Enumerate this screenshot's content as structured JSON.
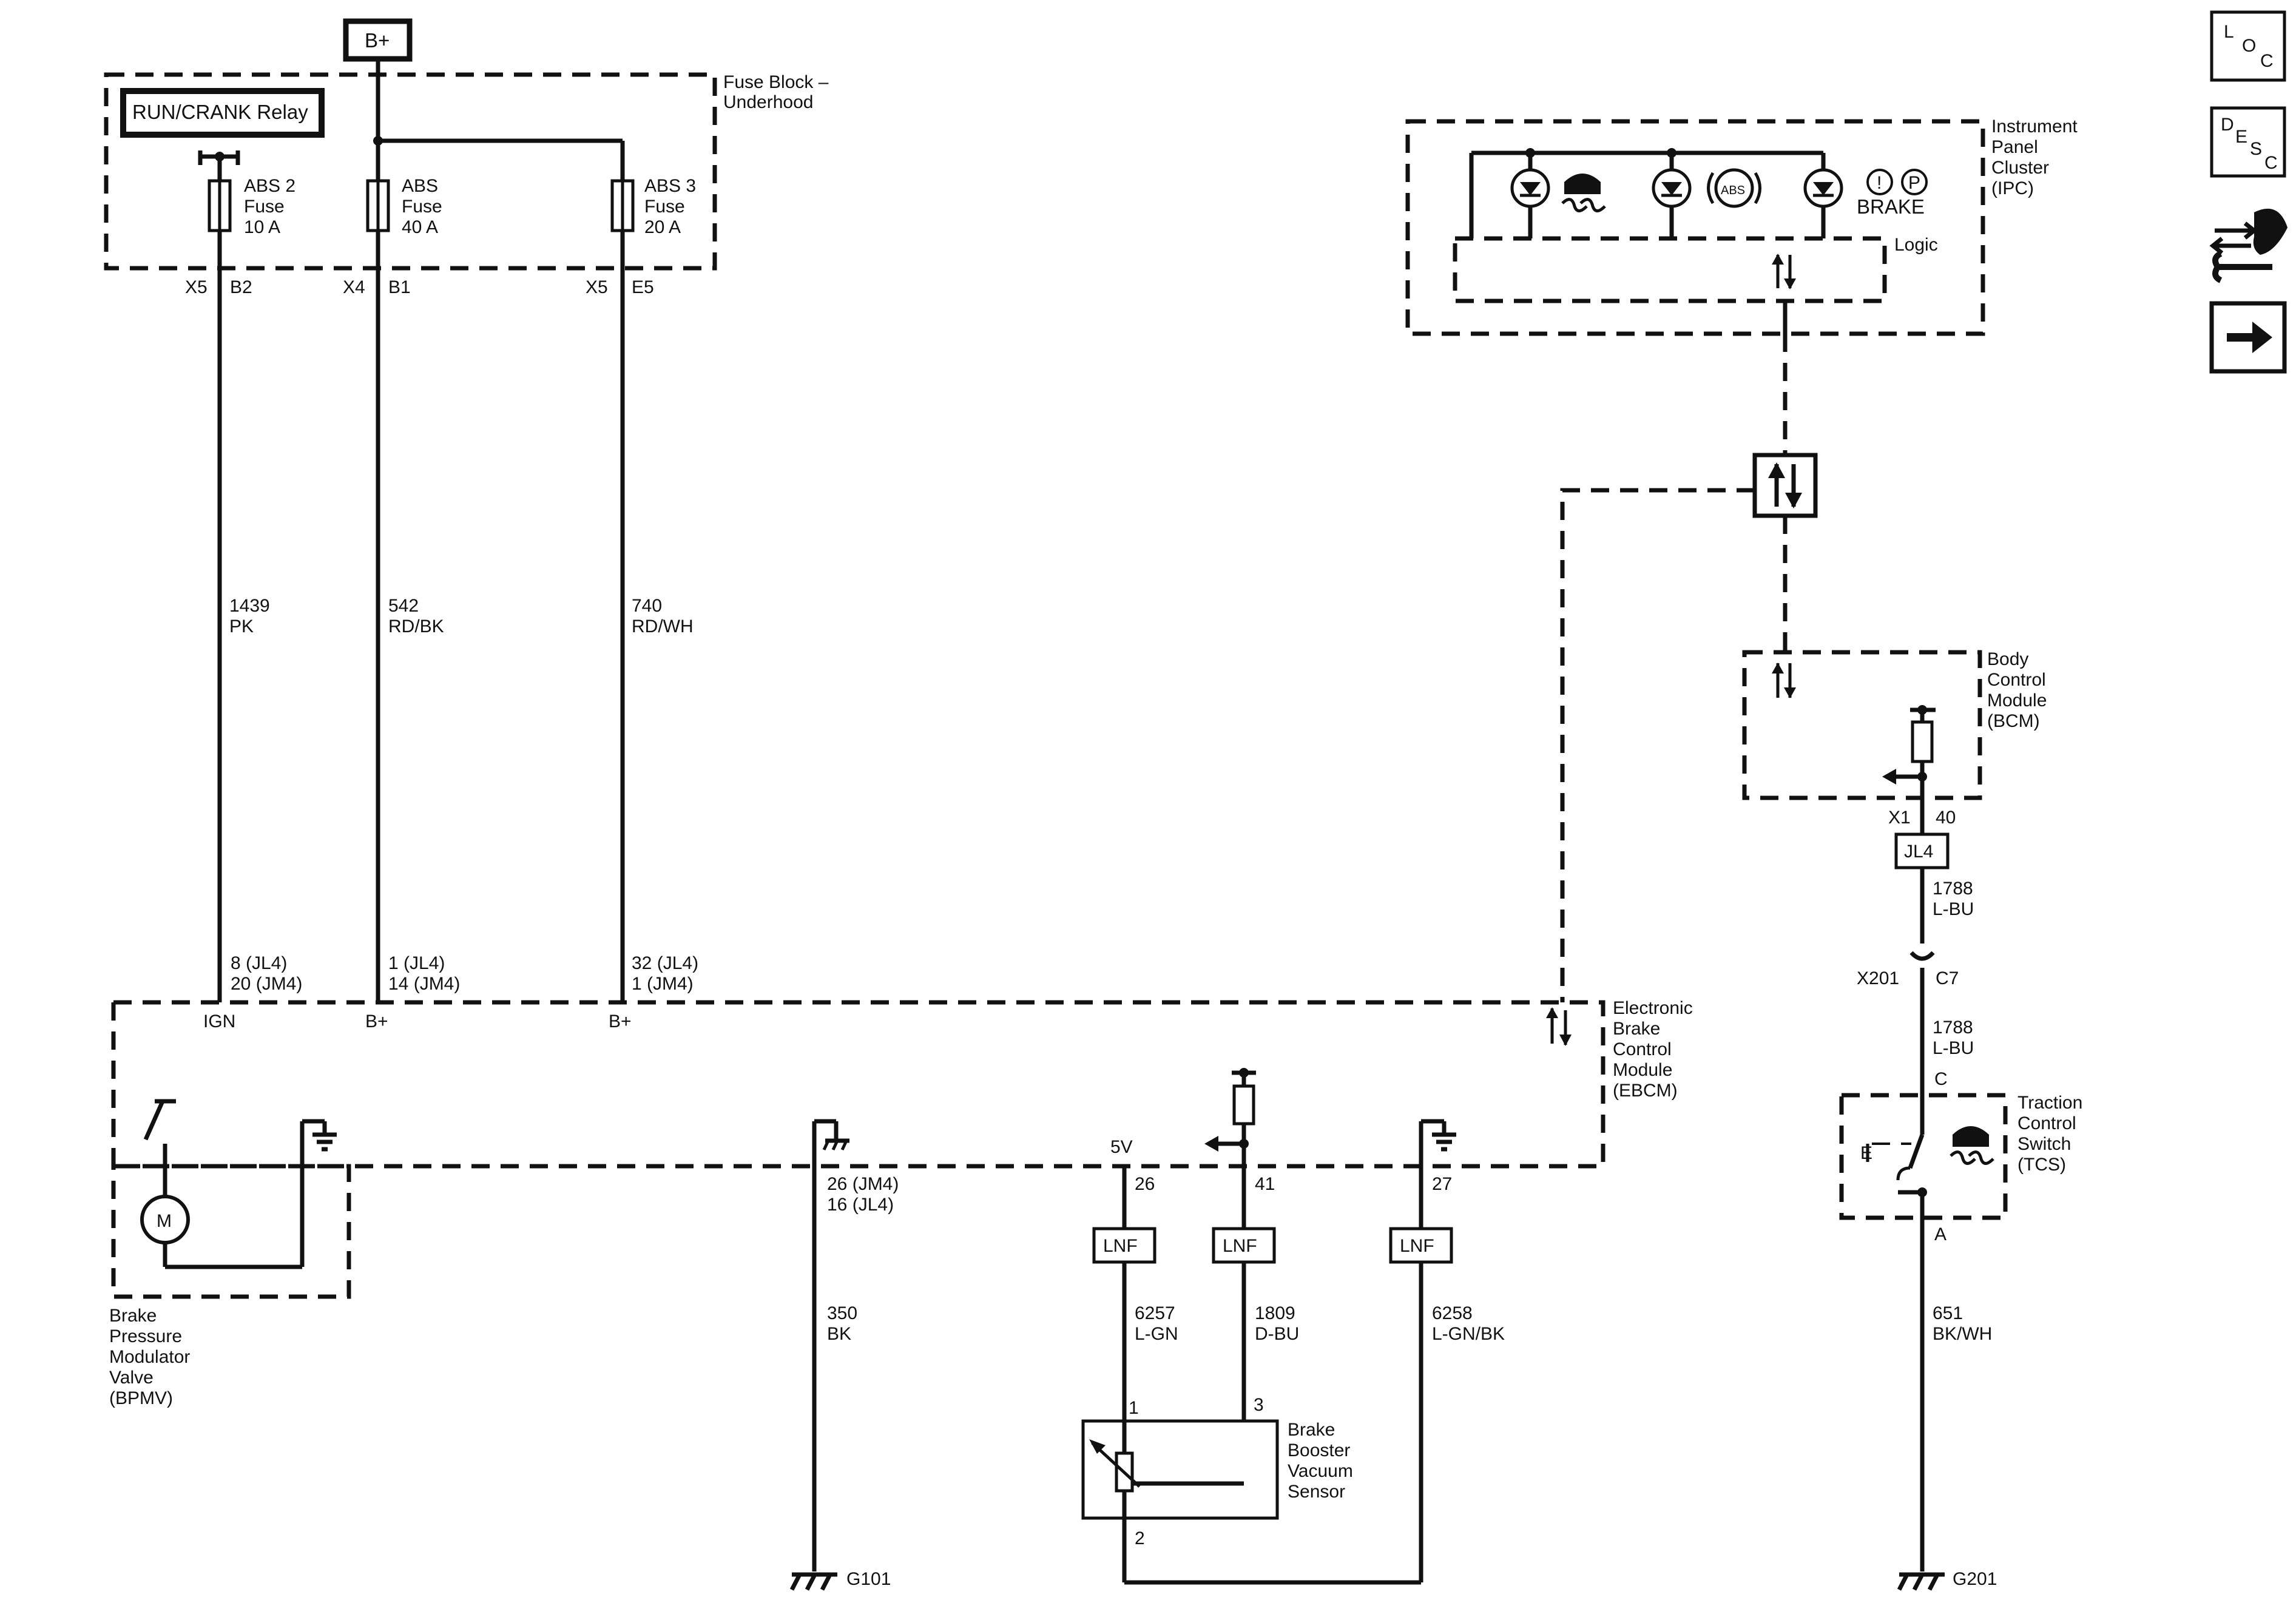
{
  "power": {
    "bplus": "B+",
    "relay": "RUN/CRANK Relay"
  },
  "fuse_block": {
    "title": [
      "Fuse Block –",
      "Underhood"
    ]
  },
  "fuses": [
    {
      "lines": [
        "ABS 2",
        "Fuse",
        "10 A"
      ],
      "conn": "X5",
      "pin": "B2",
      "circuit": "1439",
      "color": "PK",
      "ebcm_pins": [
        "8 (JL4)",
        "20 (JM4)"
      ],
      "ebcm_label": "IGN"
    },
    {
      "lines": [
        "ABS",
        "Fuse",
        "40 A"
      ],
      "conn": "X4",
      "pin": "B1",
      "circuit": "542",
      "color": "RD/BK",
      "ebcm_pins": [
        "1 (JL4)",
        "14 (JM4)"
      ],
      "ebcm_label": "B+"
    },
    {
      "lines": [
        "ABS 3",
        "Fuse",
        "20 A"
      ],
      "conn": "X5",
      "pin": "E5",
      "circuit": "740",
      "color": "RD/WH",
      "ebcm_pins": [
        "32 (JL4)",
        "1 (JM4)"
      ],
      "ebcm_label": "B+"
    }
  ],
  "ipc": {
    "title": [
      "Instrument",
      "Panel",
      "Cluster",
      "(IPC)"
    ],
    "logic": "Logic",
    "abs": "ABS",
    "brake": "BRAKE",
    "excl": "!",
    "park": "P"
  },
  "bcm": {
    "title": [
      "Body",
      "Control",
      "Module",
      "(BCM)"
    ],
    "conn": "X1",
    "pin": "40",
    "jl": "JL4"
  },
  "bcm_wire": {
    "circuit": "1788",
    "color": "L-BU",
    "inline_conn": "X201",
    "inline_pin": "C7"
  },
  "tcs": {
    "title": [
      "Traction",
      "Control",
      "Switch",
      "(TCS)"
    ],
    "pin_top": "C",
    "pin_bottom": "A",
    "circuit": "651",
    "color": "BK/WH",
    "ground": "G201",
    "e_label": "E"
  },
  "ebcm": {
    "title": [
      "Electronic",
      "Brake",
      "Control",
      "Module",
      "(EBCM)"
    ]
  },
  "bpmv": {
    "title": [
      "Brake",
      "Pressure",
      "Modulator",
      "Valve",
      "(BPMV)"
    ],
    "motor": "M"
  },
  "ground_g101": {
    "pins": [
      "26 (JM4)",
      "16 (JL4)"
    ],
    "circuit": "350",
    "color": "BK",
    "ground": "G101"
  },
  "sensor_circuits": [
    {
      "label_top": "5V",
      "pin": "26",
      "lnf": "LNF",
      "circuit": "6257",
      "color": "L-GN"
    },
    {
      "pin": "41",
      "lnf": "LNF",
      "circuit": "1809",
      "color": "D-BU"
    },
    {
      "pin": "27",
      "lnf": "LNF",
      "circuit": "6258",
      "color": "L-GN/BK"
    }
  ],
  "sensor": {
    "title": [
      "Brake",
      "Booster",
      "Vacuum",
      "Sensor"
    ],
    "pins": [
      "1",
      "3",
      "2"
    ]
  },
  "nav_icons": {
    "loc": [
      "L",
      "O",
      "C"
    ],
    "desc": [
      "D",
      "E",
      "S",
      "C"
    ]
  }
}
